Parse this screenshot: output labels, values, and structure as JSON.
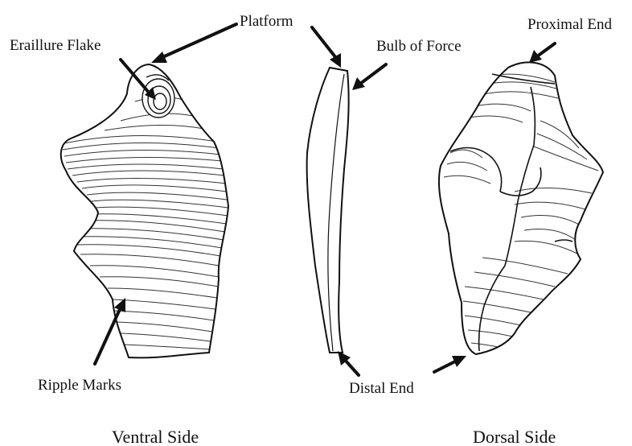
{
  "labels": {
    "platform": "Platform",
    "eraillure_flake": "Eraillure Flake",
    "bulb_of_force": "Bulb of Force",
    "proximal_end": "Proximal End",
    "ripple_marks": "Ripple Marks",
    "distal_end": "Distal End"
  },
  "captions": {
    "ventral": "Ventral Side",
    "dorsal": "Dorsal Side"
  },
  "colors": {
    "ink": "#111111",
    "background": "#ffffff"
  }
}
